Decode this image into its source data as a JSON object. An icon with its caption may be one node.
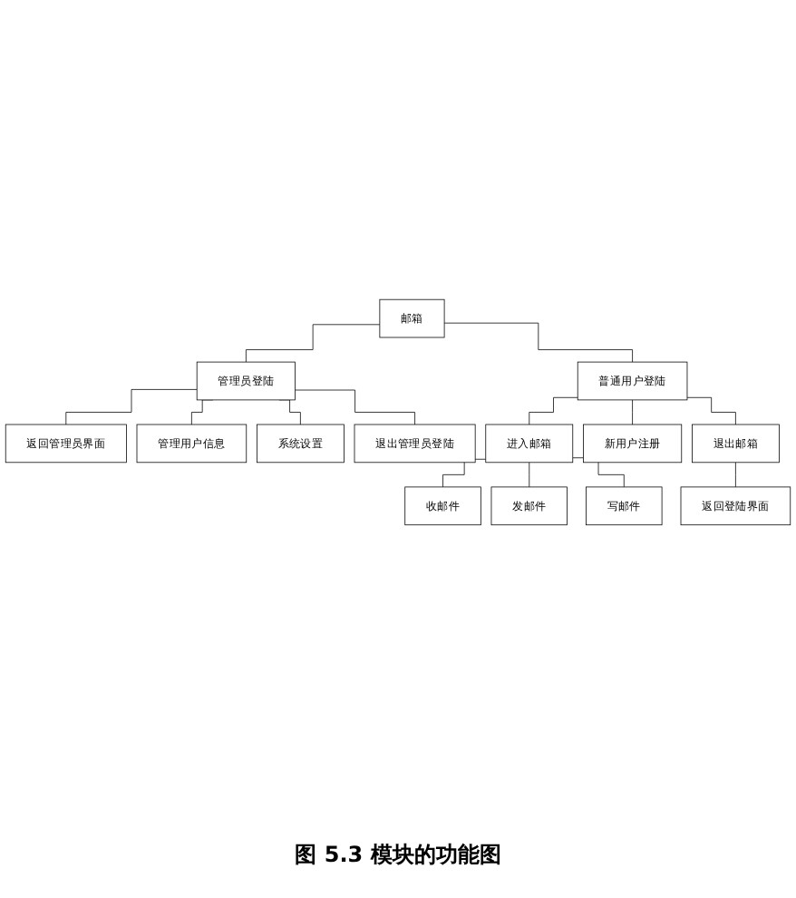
{
  "diagram": {
    "caption": "图 5.3 模块的功能图",
    "nodes": [
      {
        "text": [
          "邮箱"
        ]
      },
      {
        "text": [
          "管理员登陆"
        ]
      },
      {
        "text": [
          "普通用户登陆"
        ]
      },
      {
        "text": [
          "返回管理员界面"
        ]
      },
      {
        "text": [
          "管理用户信息"
        ]
      },
      {
        "text": [
          "系统设置"
        ]
      },
      {
        "text": [
          "退出管理员登陆"
        ]
      },
      {
        "text": [
          "进入邮箱"
        ]
      },
      {
        "text": [
          "新用户注册"
        ]
      },
      {
        "text": [
          "退出邮箱"
        ]
      },
      {
        "text": [
          "收邮件"
        ]
      },
      {
        "text": [
          "发邮件"
        ]
      },
      {
        "text": [
          "写邮件"
        ]
      },
      {
        "text": [
          "返回登陆界面"
        ]
      }
    ],
    "edges": [
      {
        "from": 0,
        "to": 1,
        "arrow": "none"
      },
      {
        "from": 0,
        "to": 2,
        "arrow": "none"
      },
      {
        "from": 1,
        "to": 3,
        "arrow": "none"
      },
      {
        "from": 1,
        "to": 4,
        "arrow": "none"
      },
      {
        "from": 1,
        "to": 5,
        "arrow": "none"
      },
      {
        "from": 1,
        "to": 6,
        "arrow": "none"
      },
      {
        "from": 2,
        "to": 7,
        "arrow": "none"
      },
      {
        "from": 2,
        "to": 8,
        "arrow": "none"
      },
      {
        "from": 2,
        "to": 9,
        "arrow": "none"
      },
      {
        "from": 7,
        "to": 10,
        "arrow": "none"
      },
      {
        "from": 7,
        "to": 11,
        "arrow": "none"
      },
      {
        "from": 7,
        "to": 12,
        "arrow": "none"
      },
      {
        "from": 9,
        "to": 13,
        "arrow": "none"
      }
    ]
  }
}
